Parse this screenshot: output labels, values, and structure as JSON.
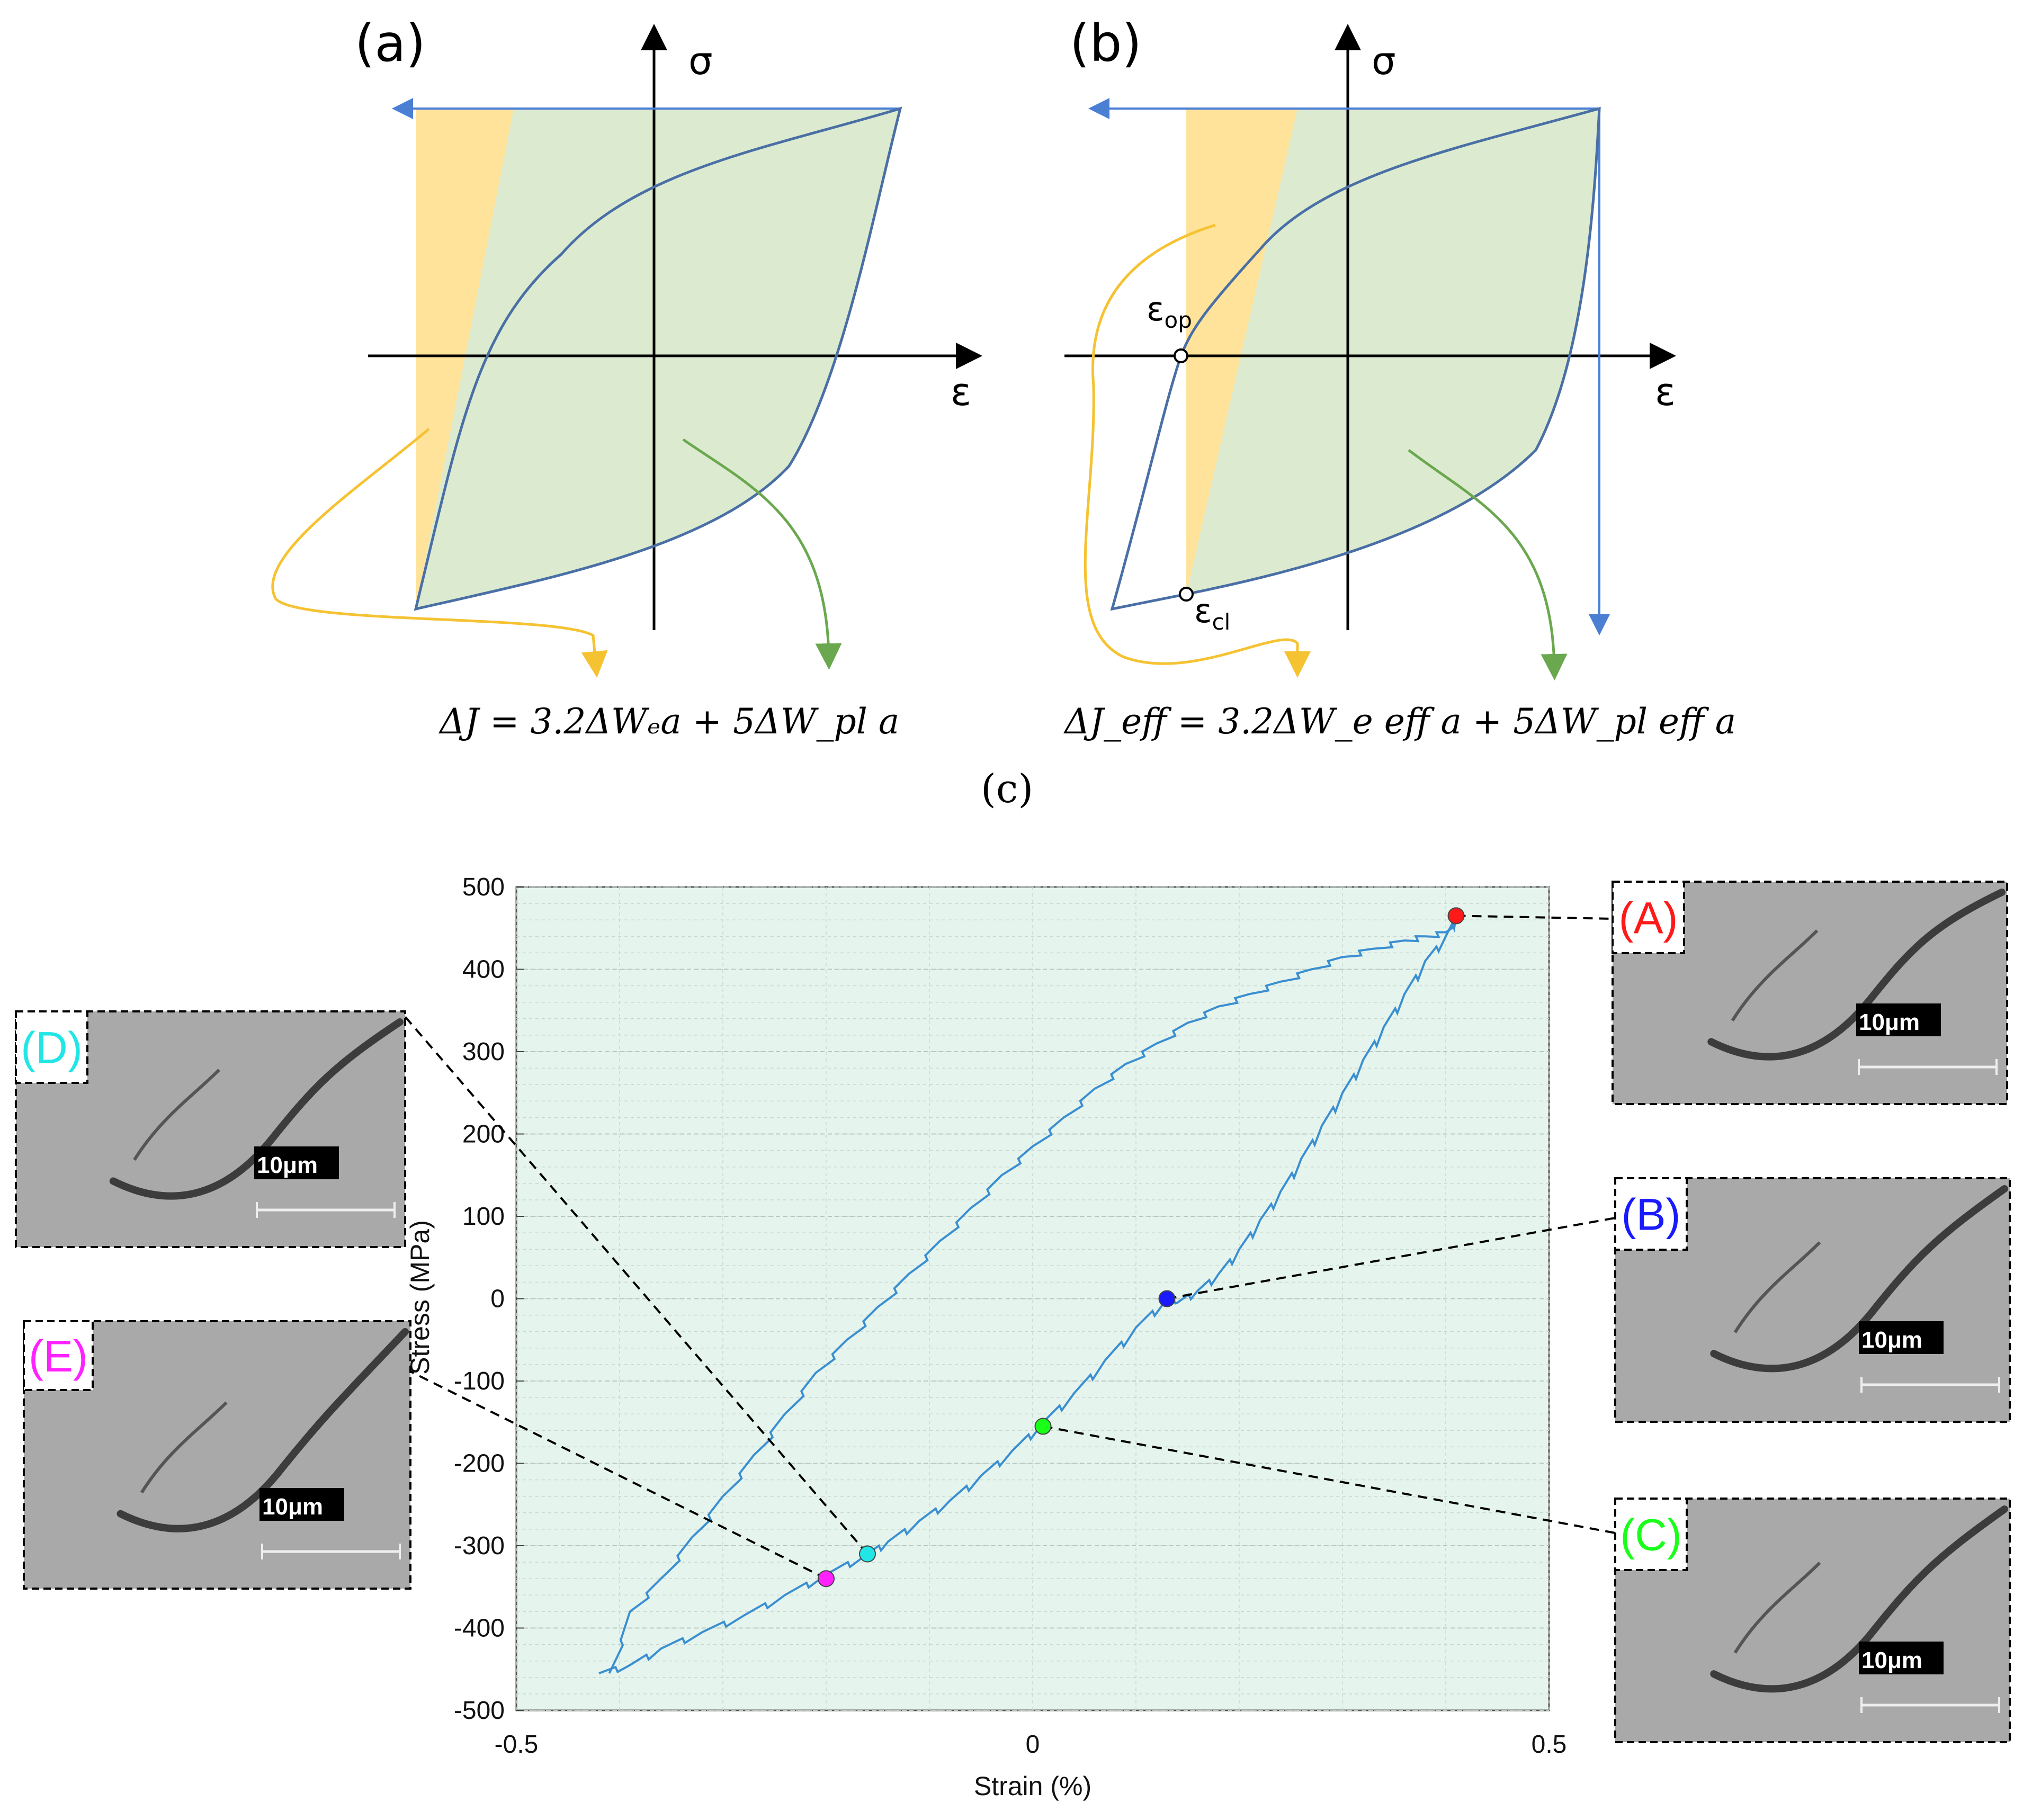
{
  "panel_a": {
    "label": "(a)",
    "y_axis": "σ",
    "x_axis": "ε",
    "formula": "ΔJ = 3.2ΔWₑa + 5ΔW_pl a"
  },
  "panel_b": {
    "label": "(b)",
    "y_axis": "σ",
    "x_axis": "ε",
    "eps_op": "ε",
    "eps_op_sub": "op",
    "eps_cl": "ε",
    "eps_cl_sub": "cl",
    "formula": "ΔJ_eff = 3.2ΔW_e eff a + 5ΔW_pl eff a"
  },
  "panel_c": {
    "label": "(c)"
  },
  "colors": {
    "loop": "#4a6fa5",
    "elastic_fill": "#ffe39a",
    "plastic_fill": "#dcebd0",
    "yellow_arrow": "#f5c232",
    "green_arrow": "#6aa84f",
    "plot_bg": "#e6f4ee",
    "curve": "#3a8fd0"
  },
  "chart_data": {
    "type": "line",
    "xlabel": "Strain (%)",
    "ylabel": "Stress (MPa)",
    "xlim": [
      -0.5,
      0.5
    ],
    "ylim": [
      -500,
      500
    ],
    "xticks": [
      "-0.5",
      "0",
      "0.5"
    ],
    "yticks": [
      "500",
      "400",
      "300",
      "200",
      "100",
      "0",
      "-100",
      "-200",
      "-300",
      "-400",
      "-500"
    ],
    "grid": true,
    "series": [
      {
        "x": [
          -0.41,
          -0.39,
          -0.36,
          -0.33,
          -0.3,
          -0.27,
          -0.24,
          -0.21,
          -0.18,
          -0.15,
          -0.12,
          -0.09,
          -0.06,
          -0.03,
          0.0,
          0.03,
          0.06,
          0.09,
          0.12,
          0.15,
          0.18,
          0.21,
          0.24,
          0.27,
          0.3,
          0.33,
          0.36,
          0.38,
          0.4,
          0.41
        ],
        "y": [
          -455,
          -380,
          -340,
          -290,
          -240,
          -190,
          -140,
          -90,
          -50,
          -10,
          30,
          70,
          110,
          150,
          185,
          220,
          255,
          285,
          310,
          335,
          355,
          370,
          385,
          400,
          415,
          425,
          435,
          440,
          445,
          465
        ]
      },
      {
        "x": [
          0.41,
          0.4,
          0.38,
          0.36,
          0.34,
          0.32,
          0.3,
          0.28,
          0.26,
          0.24,
          0.22,
          0.2,
          0.18,
          0.16,
          0.14,
          0.13,
          0.1,
          0.07,
          0.04,
          0.01,
          -0.02,
          -0.05,
          -0.08,
          -0.11,
          -0.14,
          -0.16,
          -0.2,
          -0.24,
          -0.28,
          -0.32,
          -0.36,
          -0.39,
          -0.42
        ],
        "y": [
          465,
          440,
          410,
          370,
          330,
          290,
          250,
          210,
          170,
          130,
          95,
          60,
          30,
          10,
          -5,
          0,
          -35,
          -75,
          -115,
          -150,
          -185,
          -215,
          -245,
          -270,
          -295,
          -310,
          -335,
          -360,
          -385,
          -405,
          -425,
          -445,
          -455
        ]
      }
    ],
    "markers": [
      {
        "label": "(A)",
        "x": 0.41,
        "y": 465,
        "color": "#ff1a1a"
      },
      {
        "label": "(B)",
        "x": 0.13,
        "y": 0,
        "color": "#1a1aff"
      },
      {
        "label": "(C)",
        "x": 0.01,
        "y": -155,
        "color": "#1aff1a"
      },
      {
        "label": "(D)",
        "x": -0.16,
        "y": -310,
        "color": "#22e6e6"
      },
      {
        "label": "(E)",
        "x": -0.2,
        "y": -340,
        "color": "#ff22ff"
      }
    ]
  },
  "sem_images": [
    {
      "tag": "(A)",
      "tag_color": "#ff1a1a",
      "scale": "10μm"
    },
    {
      "tag": "(B)",
      "tag_color": "#1a1aff",
      "scale": "10μm"
    },
    {
      "tag": "(C)",
      "tag_color": "#1aff1a",
      "scale": "10μm"
    },
    {
      "tag": "(D)",
      "tag_color": "#22e6e6",
      "scale": "10μm"
    },
    {
      "tag": "(E)",
      "tag_color": "#ff22ff",
      "scale": "10μm"
    }
  ]
}
